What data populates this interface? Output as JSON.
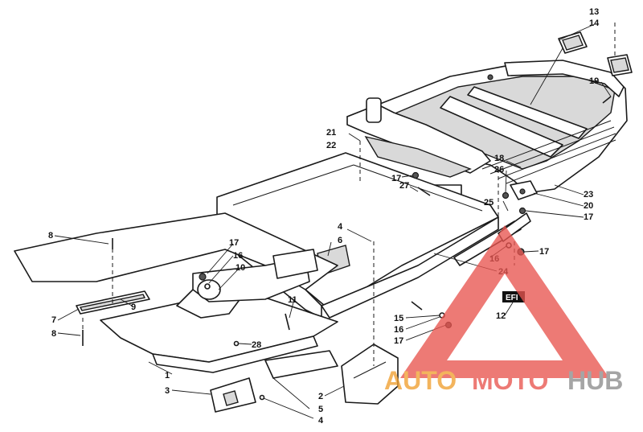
{
  "callouts": [
    {
      "id": "13",
      "text": "13"
    },
    {
      "id": "14",
      "text": "14"
    },
    {
      "id": "19",
      "text": "19"
    },
    {
      "id": "21",
      "text": "21"
    },
    {
      "id": "22",
      "text": "22"
    },
    {
      "id": "17a",
      "text": "17"
    },
    {
      "id": "27",
      "text": "27"
    },
    {
      "id": "18",
      "text": "18"
    },
    {
      "id": "26",
      "text": "26"
    },
    {
      "id": "23",
      "text": "23"
    },
    {
      "id": "20",
      "text": "20"
    },
    {
      "id": "17b",
      "text": "17"
    },
    {
      "id": "25",
      "text": "25"
    },
    {
      "id": "8a",
      "text": "8"
    },
    {
      "id": "4a",
      "text": "4"
    },
    {
      "id": "6",
      "text": "6"
    },
    {
      "id": "17c",
      "text": "17"
    },
    {
      "id": "16a",
      "text": "16"
    },
    {
      "id": "10",
      "text": "10"
    },
    {
      "id": "16b",
      "text": "16"
    },
    {
      "id": "17d",
      "text": "17"
    },
    {
      "id": "24",
      "text": "24"
    },
    {
      "id": "7",
      "text": "7"
    },
    {
      "id": "9",
      "text": "9"
    },
    {
      "id": "11",
      "text": "11"
    },
    {
      "id": "8b",
      "text": "8"
    },
    {
      "id": "15",
      "text": "15"
    },
    {
      "id": "16c",
      "text": "16"
    },
    {
      "id": "17e",
      "text": "17"
    },
    {
      "id": "12",
      "text": "12"
    },
    {
      "id": "28",
      "text": "28"
    },
    {
      "id": "1",
      "text": "1"
    },
    {
      "id": "3",
      "text": "3"
    },
    {
      "id": "2",
      "text": "2"
    },
    {
      "id": "5",
      "text": "5"
    },
    {
      "id": "4b",
      "text": "4"
    }
  ],
  "decal": {
    "text": "EFI"
  },
  "watermark": {
    "part1": "AUTO",
    "part2": "MOTO",
    "part3": "HUB"
  },
  "colors": {
    "ink": "#1a1a1a",
    "watermark_red": "#e8554f",
    "watermark_orange": "#f0a030",
    "watermark_gray": "#8c8c8c"
  }
}
